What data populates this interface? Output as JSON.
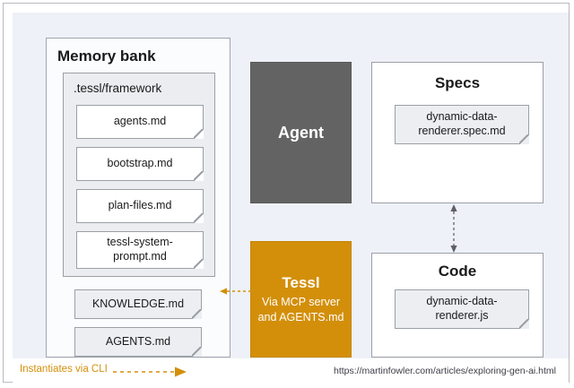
{
  "diagram": {
    "memory_bank": {
      "title": "Memory bank",
      "framework_group": {
        "title": ".tessl/framework",
        "files": [
          {
            "name": "agents.md"
          },
          {
            "name": "bootstrap.md"
          },
          {
            "name": "plan-files.md"
          },
          {
            "name": "tessl-system-prompt.md"
          }
        ]
      },
      "root_files": [
        {
          "name": "KNOWLEDGE.md"
        },
        {
          "name": "AGENTS.md"
        }
      ]
    },
    "agent": {
      "label": "Agent"
    },
    "tessl": {
      "title": "Tessl",
      "subtitle_line1": "Via MCP server",
      "subtitle_line2": "and AGENTS.md"
    },
    "specs": {
      "title": "Specs",
      "files": [
        {
          "name": "dynamic-data-renderer.spec.md"
        }
      ]
    },
    "code": {
      "title": "Code",
      "files": [
        {
          "name": "dynamic-data-renderer.js"
        }
      ]
    },
    "connectors": {
      "specs_code_arrow": "bidirectional-dashed-arrow",
      "tessl_memory_arrow": "instantiates-dashed-arrow"
    }
  },
  "legend": {
    "label": "Instantiates via CLI",
    "arrow": "dashed-arrow-right"
  },
  "footer": {
    "source_url": "https://martinfowler.com/articles/exploring-gen-ai.html"
  },
  "colors": {
    "agent_fill": "#636363",
    "tessl_fill": "#d38f0a",
    "legend_accent": "#d38f0a",
    "canvas_bg": "#eef1f7"
  }
}
